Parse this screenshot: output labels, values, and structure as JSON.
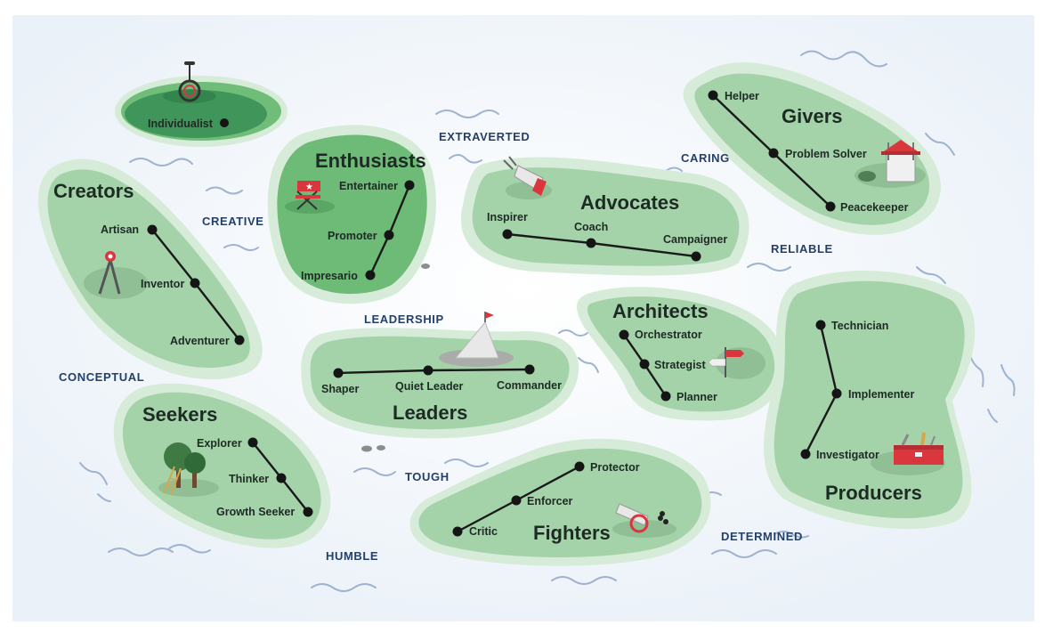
{
  "islands": {
    "individualist": {
      "nodes": [
        "Individualist"
      ]
    },
    "creators": {
      "title": "Creators",
      "nodes": [
        "Artisan",
        "Inventor",
        "Adventurer"
      ]
    },
    "enthusiasts": {
      "title": "Enthusiasts",
      "nodes": [
        "Entertainer",
        "Promoter",
        "Impresario"
      ]
    },
    "advocates": {
      "title": "Advocates",
      "nodes": [
        "Inspirer",
        "Coach",
        "Campaigner"
      ]
    },
    "givers": {
      "title": "Givers",
      "nodes": [
        "Helper",
        "Problem Solver",
        "Peacekeeper"
      ]
    },
    "architects": {
      "title": "Architects",
      "nodes": [
        "Orchestrator",
        "Strategist",
        "Planner"
      ]
    },
    "leaders": {
      "title": "Leaders",
      "nodes": [
        "Shaper",
        "Quiet Leader",
        "Commander"
      ]
    },
    "producers": {
      "title": "Producers",
      "nodes": [
        "Technician",
        "Implementer",
        "Investigator"
      ]
    },
    "seekers": {
      "title": "Seekers",
      "nodes": [
        "Explorer",
        "Thinker",
        "Growth Seeker"
      ]
    },
    "fighters": {
      "title": "Fighters",
      "nodes": [
        "Protector",
        "Enforcer",
        "Critic"
      ]
    }
  },
  "traits": {
    "extraverted": "EXTRAVERTED",
    "caring": "CARING",
    "creative": "CREATIVE",
    "reliable": "RELIABLE",
    "leadership": "LEADERSHIP",
    "conceptual": "CONCEPTUAL",
    "tough": "TOUGH",
    "humble": "HUMBLE",
    "determined": "DETERMINED"
  },
  "colors": {
    "sea": "#eef3f8",
    "shore": "#d6ecd9",
    "land": "#a4d3a9",
    "land_dark": "#72be7b",
    "accent_red": "#d9363e",
    "text": "#1e2a24",
    "trait_text": "#23406b"
  },
  "icons": [
    "unicycle-icon",
    "directors-chair-icon",
    "compass-icon",
    "megaphone-icon",
    "wishing-well-icon",
    "signpost-icon",
    "mountain-flag-icon",
    "toolbox-icon",
    "trees-ladder-icon",
    "cannon-icon"
  ]
}
